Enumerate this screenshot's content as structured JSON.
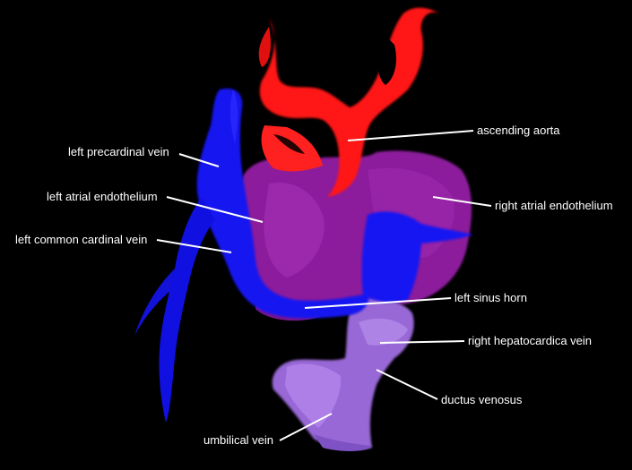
{
  "colors": {
    "background": "#000000",
    "aorta": "#ff1a1a",
    "veins_blue": "#1a1aff",
    "atrial_purple": "#8a1a9a",
    "ductus_lavender": "#9a6ad8",
    "label_text": "#ffffff",
    "leader_line": "#ffffff"
  },
  "labels": {
    "ascending_aorta": "ascending aorta",
    "left_precardinal_vein": "left precardinal vein",
    "left_atrial_endothelium": "left atrial endothelium",
    "right_atrial_endothelium": "right atrial endothelium",
    "left_common_cardinal_vein": "left common cardinal vein",
    "left_sinus_horn": "left sinus horn",
    "right_hepatocardica_vein": "right hepatocardica vein",
    "ductus_venosus": "ductus venosus",
    "umbilical_vein": "umbilical vein"
  }
}
